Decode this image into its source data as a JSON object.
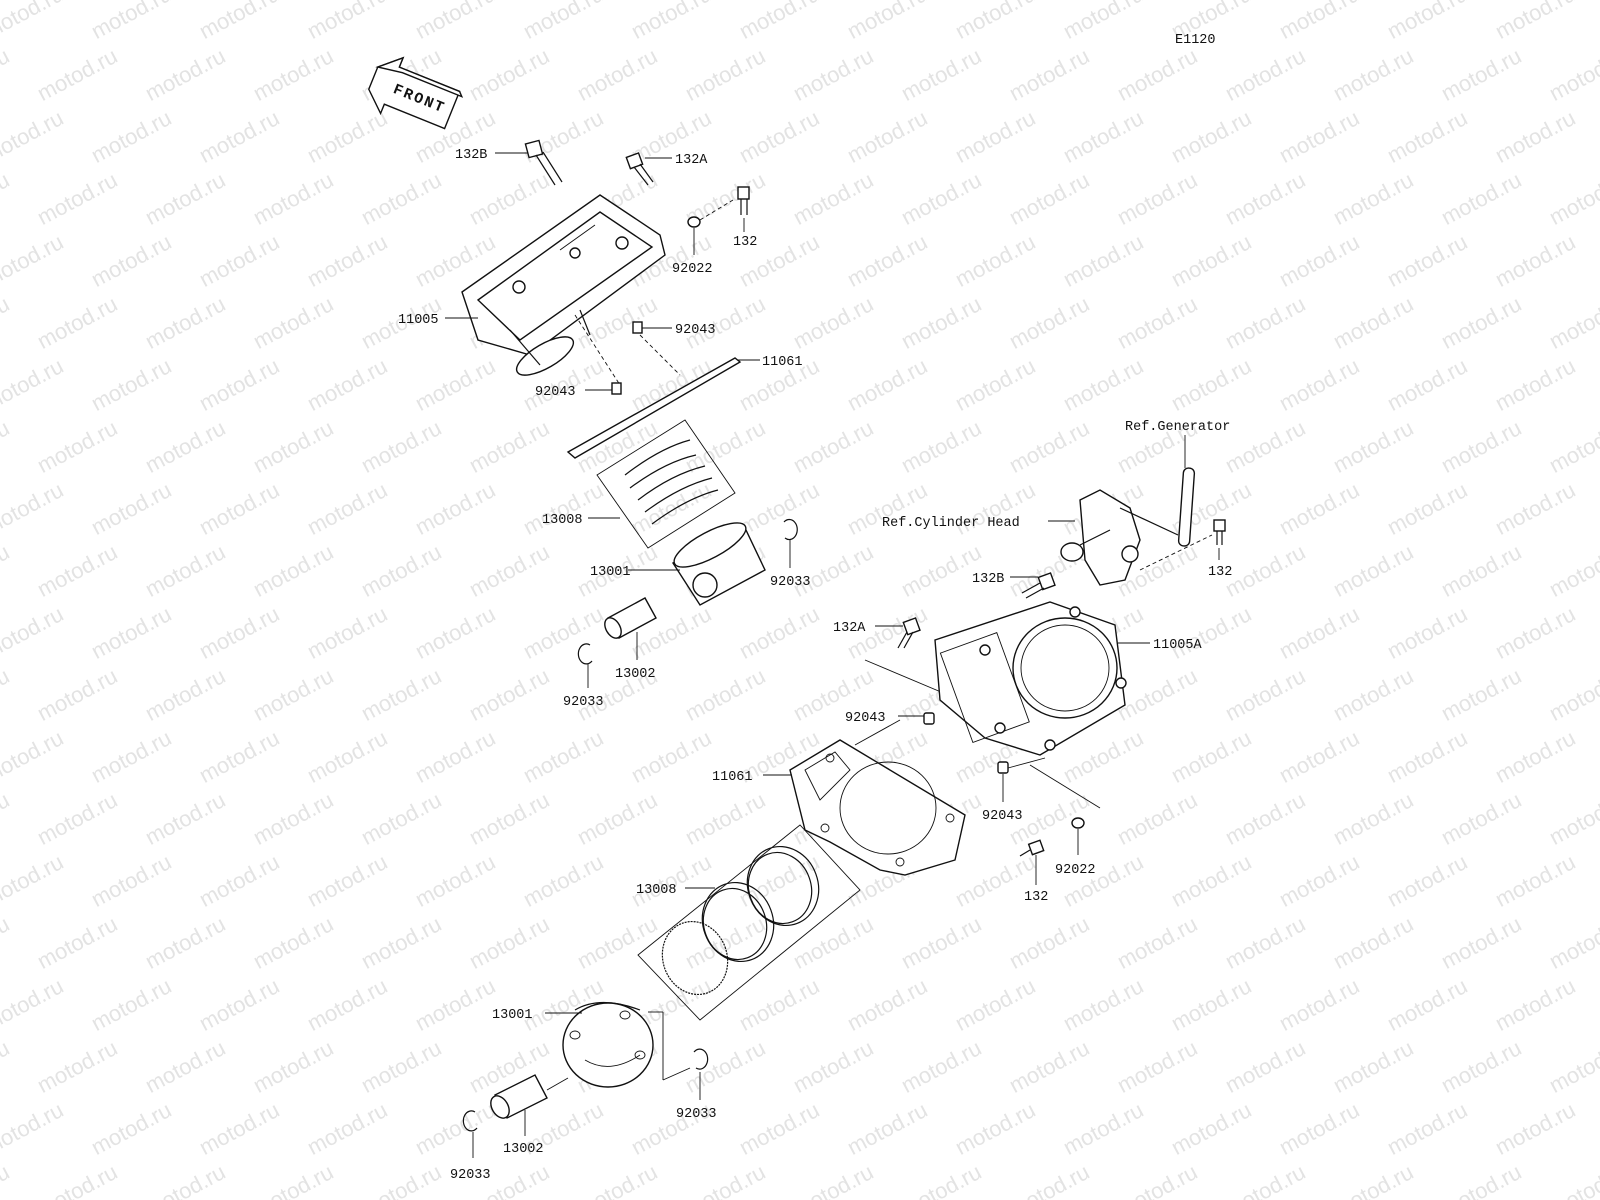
{
  "diagram_code": "E1120",
  "front_label": "FRONT",
  "watermark_text": "motod.ru",
  "callouts": {
    "c132B_top": "132B",
    "c132A_top": "132A",
    "c132_top": "132",
    "c92022_top": "92022",
    "c11005": "11005",
    "c92043_top_right": "92043",
    "c11061_top": "11061",
    "c92043_top_left": "92043",
    "c13008_top": "13008",
    "c13001_top": "13001",
    "c92033_top_right": "92033",
    "c13002_top": "13002",
    "c92033_top_left": "92033",
    "ref_generator": "Ref.Generator",
    "ref_cylinder_head": "Ref.Cylinder Head",
    "c132_right": "132",
    "c132B_mid": "132B",
    "c132A_mid": "132A",
    "c11005A": "11005A",
    "c92043_mid_left": "92043",
    "c11061_bottom": "11061",
    "c92043_mid_right": "92043",
    "c92022_bottom": "92022",
    "c132_bottom": "132",
    "c13008_bottom": "13008",
    "c13001_bottom": "13001",
    "c92033_bottom_right": "92033",
    "c13002_bottom": "13002",
    "c92033_bottom_left": "92033"
  }
}
